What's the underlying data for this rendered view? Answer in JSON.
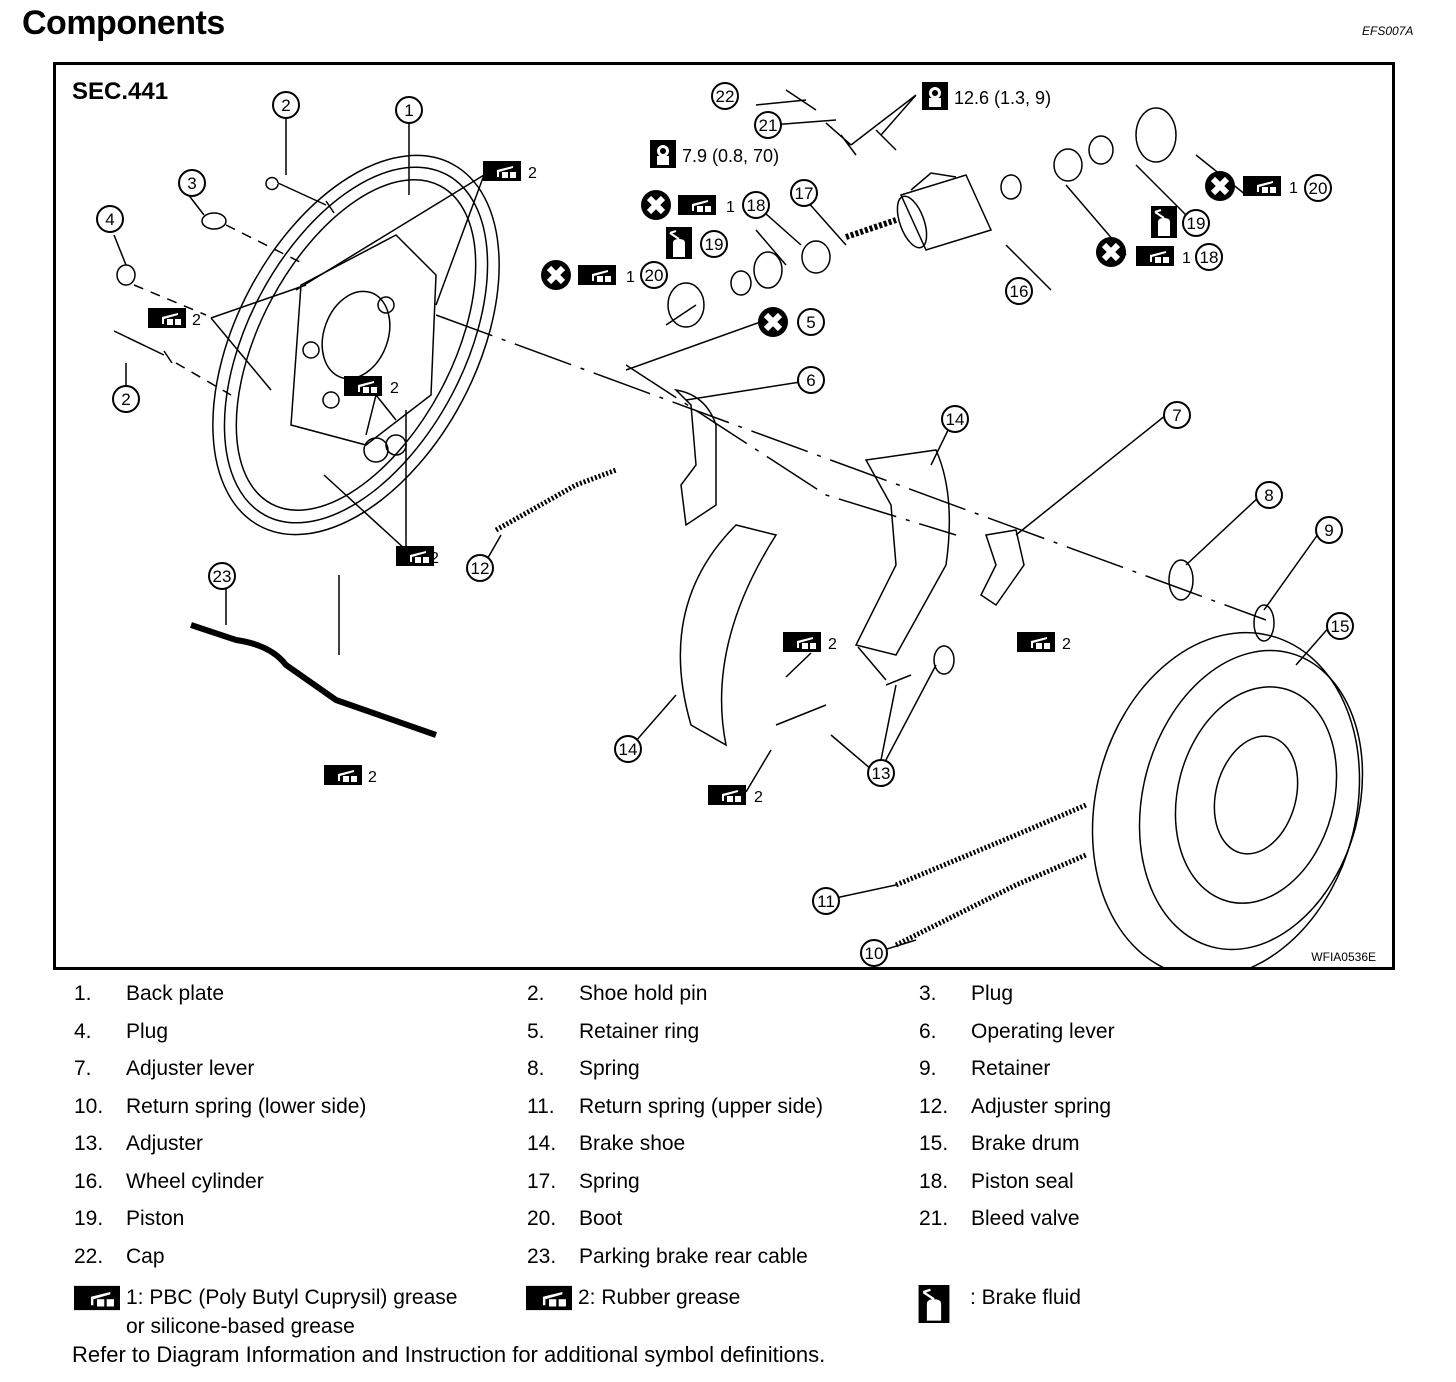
{
  "header": {
    "title": "Components",
    "doc_id": "EFS007A"
  },
  "figure": {
    "section": "SEC.441",
    "figure_id": "WFIA0536E",
    "torque_specs": [
      {
        "icon": "torque-wrench-icon",
        "value": "12.6 (1.3, 9)"
      },
      {
        "icon": "torque-wrench-icon",
        "value": "7.9 (0.8, 70)"
      }
    ],
    "grease_marks": {
      "pbc": "1",
      "rubber": "2"
    },
    "callouts": [
      "1",
      "2",
      "2",
      "3",
      "4",
      "5",
      "6",
      "7",
      "8",
      "9",
      "10",
      "11",
      "12",
      "13",
      "14",
      "14",
      "15",
      "16",
      "17",
      "18",
      "18",
      "19",
      "19",
      "20",
      "20",
      "21",
      "22",
      "23"
    ]
  },
  "legend": {
    "items": [
      {
        "num": "1.",
        "label": "Back plate"
      },
      {
        "num": "2.",
        "label": "Shoe hold pin"
      },
      {
        "num": "3.",
        "label": "Plug"
      },
      {
        "num": "4.",
        "label": "Plug"
      },
      {
        "num": "5.",
        "label": "Retainer ring"
      },
      {
        "num": "6.",
        "label": "Operating lever"
      },
      {
        "num": "7.",
        "label": "Adjuster lever"
      },
      {
        "num": "8.",
        "label": "Spring"
      },
      {
        "num": "9.",
        "label": "Retainer"
      },
      {
        "num": "10.",
        "label": "Return spring (lower side)"
      },
      {
        "num": "11.",
        "label": "Return spring (upper side)"
      },
      {
        "num": "12.",
        "label": "Adjuster spring"
      },
      {
        "num": "13.",
        "label": "Adjuster"
      },
      {
        "num": "14.",
        "label": "Brake shoe"
      },
      {
        "num": "15.",
        "label": "Brake drum"
      },
      {
        "num": "16.",
        "label": "Wheel cylinder"
      },
      {
        "num": "17.",
        "label": "Spring"
      },
      {
        "num": "18.",
        "label": "Piston seal"
      },
      {
        "num": "19.",
        "label": "Piston"
      },
      {
        "num": "20.",
        "label": "Boot"
      },
      {
        "num": "21.",
        "label": "Bleed valve"
      },
      {
        "num": "22.",
        "label": "Cap"
      },
      {
        "num": "23.",
        "label": "Parking brake rear cable"
      }
    ],
    "symbols": [
      {
        "icon": "grease-gun-icon",
        "line1": "1: PBC (Poly Butyl Cuprysil) grease",
        "line2": "or silicone-based grease"
      },
      {
        "icon": "grease-gun-icon",
        "line1": "2: Rubber grease"
      },
      {
        "icon": "brake-fluid-icon",
        "line1": ": Brake fluid"
      }
    ],
    "note": "Refer to Diagram Information and Instruction for additional symbol definitions."
  }
}
